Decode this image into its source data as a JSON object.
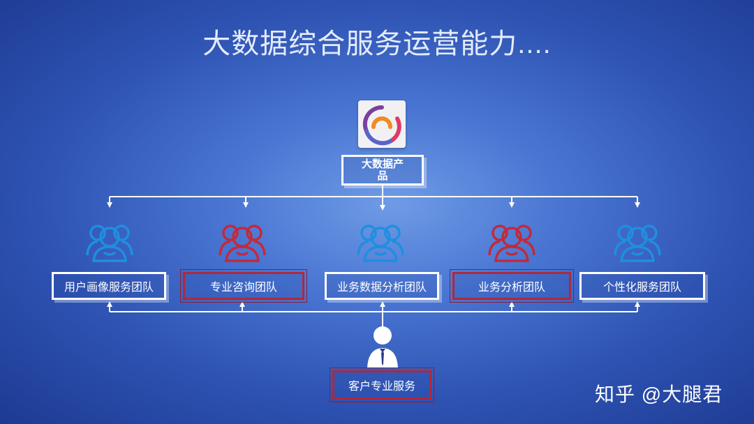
{
  "title": "大数据综合服务运营能力....",
  "product": {
    "line1": "大数据产",
    "line2": "品"
  },
  "teams": [
    {
      "label": "用户画像服务团队",
      "color": "blue"
    },
    {
      "label": "专业咨询团队",
      "color": "red"
    },
    {
      "label": "业务数据分析团队",
      "color": "blue"
    },
    {
      "label": "业务分析团队",
      "color": "red"
    },
    {
      "label": "个性化服务团队",
      "color": "blue"
    }
  ],
  "client": {
    "label": "客户专业服务"
  },
  "watermark": "知乎 @大腿君",
  "colors": {
    "blue_icon": "#1e8fe0",
    "red_icon": "#c22a3a",
    "line": "#ffffff"
  }
}
